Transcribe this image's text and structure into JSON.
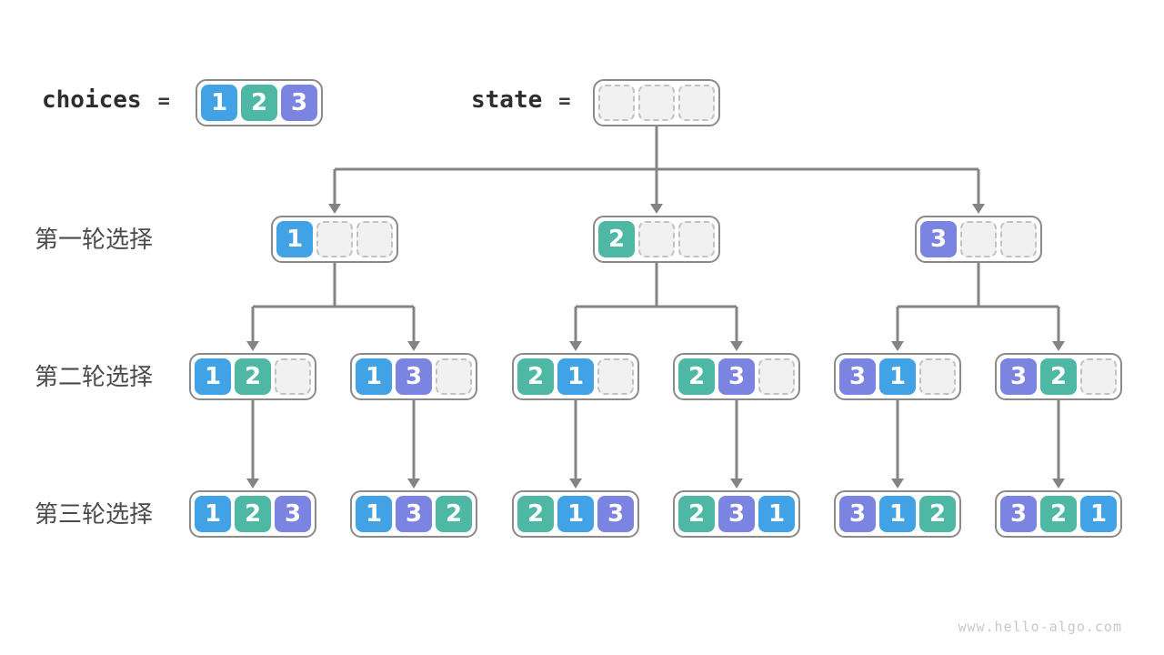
{
  "diagram": {
    "title_row": {
      "choices_label": "choices",
      "equals": "=",
      "state_label": "state",
      "choices_values": [
        "1",
        "2",
        "3"
      ],
      "state_values": [
        "",
        "",
        ""
      ]
    },
    "rounds": [
      {
        "label": "第一轮选择",
        "states": [
          [
            "1",
            "",
            ""
          ],
          [
            "2",
            "",
            ""
          ],
          [
            "3",
            "",
            ""
          ]
        ]
      },
      {
        "label": "第二轮选择",
        "states": [
          [
            "1",
            "2",
            ""
          ],
          [
            "1",
            "3",
            ""
          ],
          [
            "2",
            "1",
            ""
          ],
          [
            "2",
            "3",
            ""
          ],
          [
            "3",
            "1",
            ""
          ],
          [
            "3",
            "2",
            ""
          ]
        ]
      },
      {
        "label": "第三轮选择",
        "states": [
          [
            "1",
            "2",
            "3"
          ],
          [
            "1",
            "3",
            "2"
          ],
          [
            "2",
            "1",
            "3"
          ],
          [
            "2",
            "3",
            "1"
          ],
          [
            "3",
            "1",
            "2"
          ],
          [
            "3",
            "2",
            "1"
          ]
        ]
      }
    ],
    "colors": {
      "1": "#41a3e6",
      "2": "#4fb8a5",
      "3": "#7b84e0",
      "empty_fill": "#f1f1f1",
      "empty_border": "#c2c2c2",
      "line": "#848484",
      "container_border": "#8a8a8a"
    },
    "watermark": "www.hello-algo.com"
  }
}
